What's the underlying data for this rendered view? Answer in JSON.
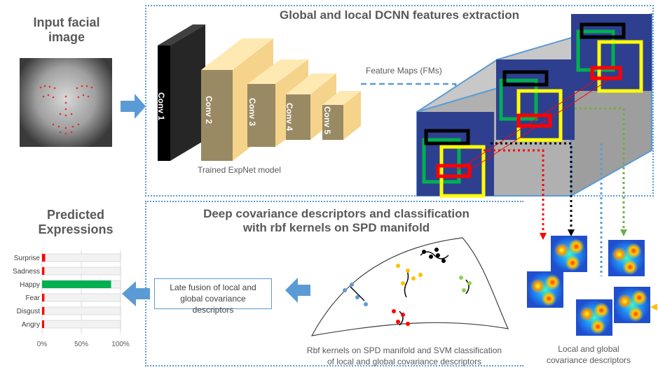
{
  "input": {
    "title": "Input facial image"
  },
  "top_panel": {
    "title": "Global and local DCNN features extraction",
    "conv_layers": [
      "Conv 1",
      "Conv 2",
      "Conv 3",
      "Conv 4",
      "Conv 5"
    ],
    "model_label": "Trained ExpNet model",
    "feature_maps_label": "Feature Maps (FMs)"
  },
  "bottom_panel": {
    "title_line1": "Deep covariance descriptors and classification",
    "title_line2": "with rbf kernels on SPD manifold",
    "fusion_line1": "Late fusion of local and",
    "fusion_line2": "global covariance descriptors",
    "manifold_caption_line1": "Rbf kernels on SPD manifold and SVM classification",
    "manifold_caption_line2": "of local and global covariance descriptors",
    "descriptors_caption_line1": "Local and global",
    "descriptors_caption_line2": "covariance descriptors"
  },
  "predicted": {
    "title": "Predicted Expressions",
    "colors": {
      "high": "#00b050",
      "low": "#ff0000",
      "accent": "#5b9bd5"
    },
    "ticks": [
      "0%",
      "50%",
      "100%"
    ]
  },
  "chart_data": {
    "type": "bar",
    "orientation": "horizontal",
    "categories": [
      "Surprise",
      "Sadness",
      "Happy",
      "Fear",
      "Disgust",
      "Angry"
    ],
    "values": [
      4,
      3,
      88,
      3,
      3,
      2
    ],
    "xlim": [
      0,
      100
    ],
    "xticks": [
      "0%",
      "50%",
      "100%"
    ],
    "grid": true
  }
}
